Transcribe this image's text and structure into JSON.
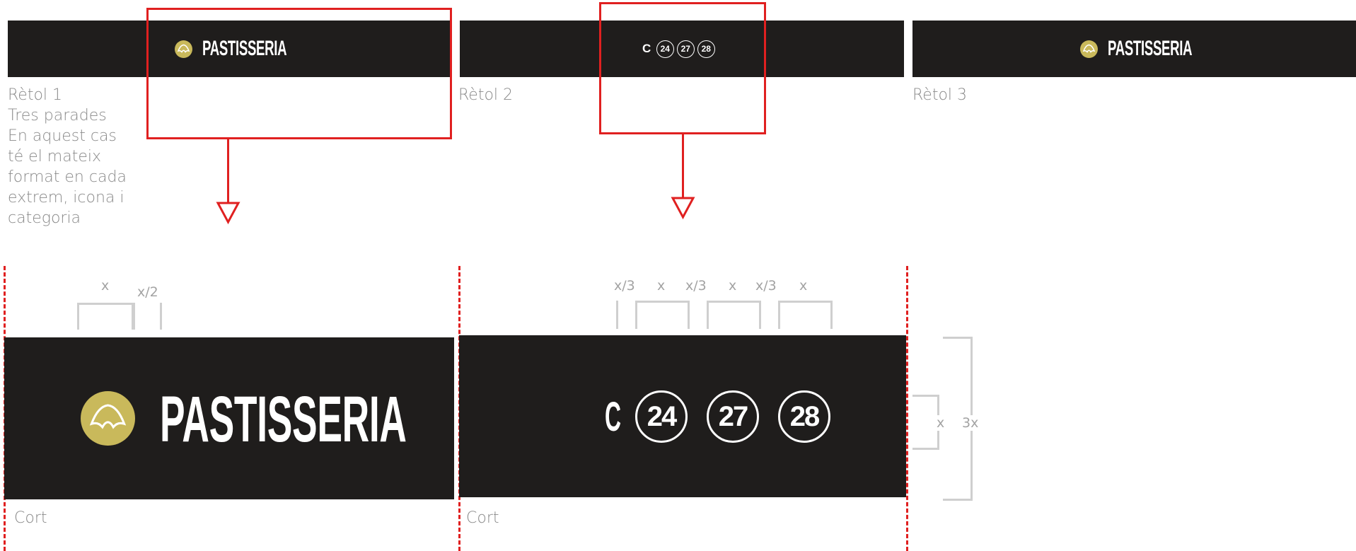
{
  "banners_small": {
    "rotol1_brand": "PASTISSERIA",
    "rotol2_letter": "C",
    "rotol2_numbers": [
      "24",
      "27",
      "28"
    ],
    "rotol3_brand": "PASTISSERIA"
  },
  "labels": {
    "rotol1": "Rètol 1",
    "rotol1_desc": [
      "Tres parades",
      "En aquest cas",
      "té el mateix",
      "format en cada",
      "extrem, icona i",
      "categoria"
    ],
    "rotol2": "Rètol 2",
    "rotol3": "Rètol 3",
    "cut1": "Cort",
    "cut2": "Cort"
  },
  "dimensions": {
    "d1_x": "x",
    "d1_half": "x/2",
    "d2": [
      "x/3",
      "x",
      "x/3",
      "x",
      "x/3",
      "x"
    ],
    "v_x": "x",
    "v_3x": "3x"
  },
  "colors": {
    "banner": "#1f1d1c",
    "icon_gold": "#c9b95b",
    "highlight_red": "#e02020",
    "dimension_gray": "#cfcfcf"
  },
  "icons": [
    "croissant-icon"
  ]
}
